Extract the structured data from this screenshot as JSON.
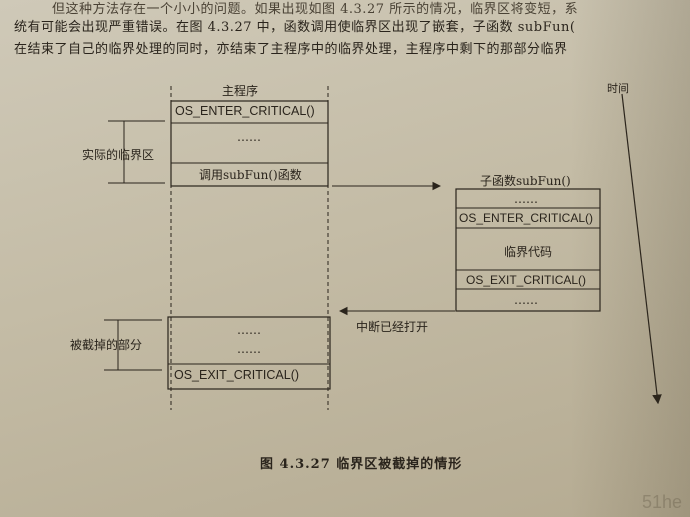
{
  "text_lines": [
    "但这种方法存在一个小小的问题。如果出现如图 4.3.27 所示的情况，临界区将变短，系",
    "统有可能会出现严重错误。在图 4.3.27 中，函数调用使临界区出现了嵌套，子函数 subFun(",
    "在结束了自己的临界处理的同时，亦结束了主程序中的临界处理，主程序中剩下的那部分临界"
  ],
  "figure": {
    "main_title": "主程序",
    "main_enter": "OS_ENTER_CRITICAL()",
    "main_dots1": "……",
    "main_call": "调用subFun()函数",
    "main_dots2": "……",
    "main_dots3": "……",
    "main_exit": "OS_EXIT_CRITICAL()",
    "label_actual": "实际的临界区",
    "label_cut": "被截掉的部分",
    "sub_title": "子函数subFun()",
    "sub_dots1": "……",
    "sub_enter": "OS_ENTER_CRITICAL()",
    "sub_code": "临界代码",
    "sub_exit": "OS_EXIT_CRITICAL()",
    "sub_dots2": "……",
    "interrupt_label": "中断已经打开",
    "time_label": "时间"
  },
  "caption": "图 4.3.27   临界区被截掉的情形",
  "watermark": "51he"
}
